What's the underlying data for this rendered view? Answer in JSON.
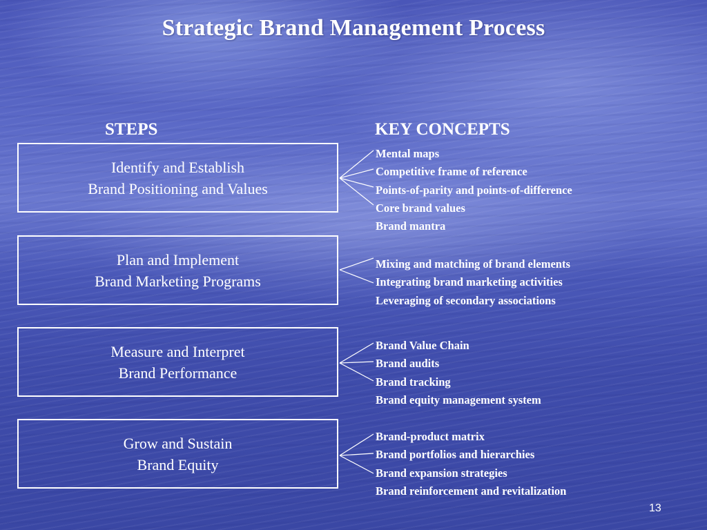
{
  "title": "Strategic Brand Management Process",
  "columns": {
    "steps": "STEPS",
    "concepts": "KEY CONCEPTS"
  },
  "rows": [
    {
      "step_lines": [
        "Identify and Establish",
        "Brand Positioning and Values"
      ],
      "concepts": [
        "Mental maps",
        "Competitive frame of reference",
        "Points-of-parity and points-of-difference",
        "Core brand values",
        "Brand mantra"
      ]
    },
    {
      "step_lines": [
        "Plan and Implement",
        "Brand Marketing Programs"
      ],
      "concepts": [
        "Mixing and matching of brand elements",
        "Integrating brand marketing activities",
        "Leveraging of secondary associations"
      ]
    },
    {
      "step_lines": [
        "Measure and Interpret",
        "Brand Performance"
      ],
      "concepts": [
        "Brand Value Chain",
        "Brand audits",
        "Brand tracking",
        "Brand equity management system"
      ]
    },
    {
      "step_lines": [
        "Grow and Sustain",
        "Brand Equity"
      ],
      "concepts": [
        "Brand-product matrix",
        "Brand portfolios and hierarchies",
        "Brand expansion strategies",
        "Brand reinforcement and revitalization"
      ]
    }
  ],
  "page_number": "13"
}
